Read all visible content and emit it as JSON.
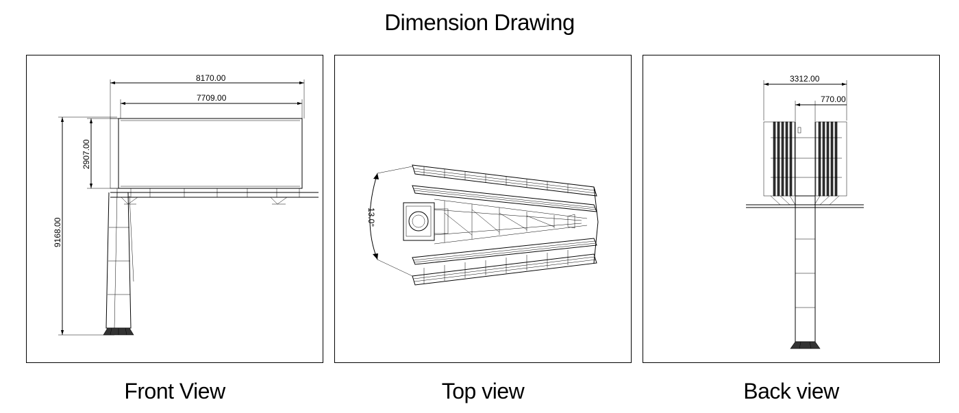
{
  "title": "Dimension Drawing",
  "views": {
    "front": {
      "caption": "Front View",
      "dim_total_width": "8170.00",
      "dim_panel_width": "7709.00",
      "dim_panel_height": "2907.00",
      "dim_total_height": "9168.00"
    },
    "top": {
      "caption": "Top view",
      "dim_angle": "13.0°"
    },
    "back": {
      "caption": "Back view",
      "dim_total_width": "3312.00",
      "dim_panel_depth": "770.00"
    }
  }
}
